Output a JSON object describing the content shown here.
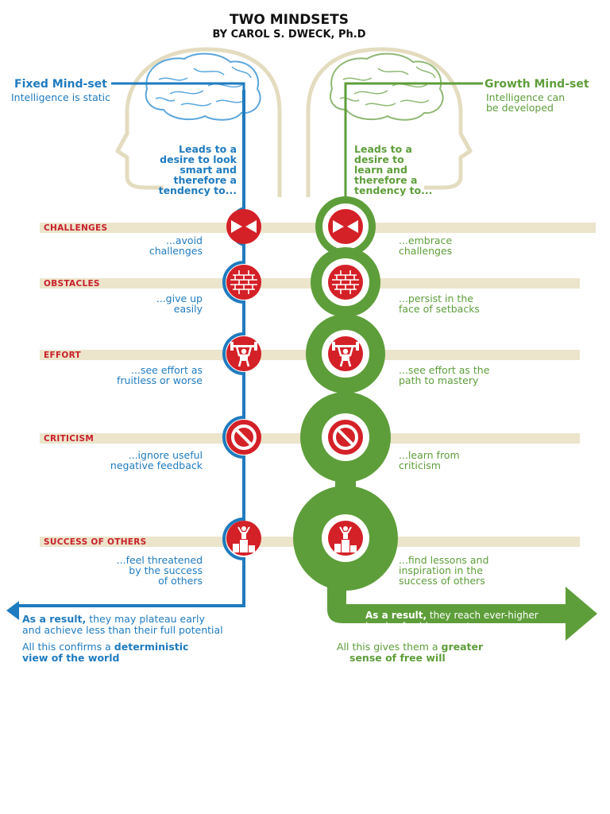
{
  "header": {
    "title": "TWO MINDSETS",
    "subtitle": "BY CAROL S. DWECK, Ph.D"
  },
  "fixed": {
    "title": "Fixed Mind-set",
    "subtitle": "Intelligence is static",
    "leads_to": [
      "Leads to a",
      "desire to look",
      "smart and",
      "therefore a",
      "tendency to..."
    ],
    "result_bold": "As a result,",
    "result_rest_line1": " they may plateau early",
    "result_line2": "and achieve less than their full potential",
    "confirm_line1_plain": "All this confirms a ",
    "confirm_line1_bold": "deterministic",
    "confirm_line2_bold": "view of the world",
    "color": "#1f7bbf"
  },
  "growth": {
    "title": "Growth Mind-set",
    "subtitle_line1": "Intelligence can",
    "subtitle_line2": "be developed",
    "leads_to": [
      "Leads to a",
      "desire to",
      "learn and",
      "therefore a",
      "tendency to..."
    ],
    "result_bold": "As a result,",
    "result_rest_line1": " they reach ever-higher",
    "result_line2": "levels of achievement",
    "confirm_line1_plain": "All this gives them a ",
    "confirm_line1_bold": "greater",
    "confirm_line2_bold": "sense of free will",
    "color": "#5e9e3a"
  },
  "rows": [
    {
      "label": "CHALLENGES",
      "icon": "arrows-inward-icon",
      "fixed": [
        "...avoid",
        "challenges"
      ],
      "growth": [
        "...embrace",
        "challenges"
      ]
    },
    {
      "label": "OBSTACLES",
      "icon": "brick-wall-icon",
      "fixed": [
        "...give up",
        "easily"
      ],
      "growth": [
        "...persist in the",
        "face of setbacks"
      ]
    },
    {
      "label": "EFFORT",
      "icon": "weightlifter-icon",
      "fixed": [
        "...see effort as",
        "fruitless or worse"
      ],
      "growth": [
        "...see effort as the",
        "path to mastery"
      ]
    },
    {
      "label": "CRITICISM",
      "icon": "no-entry-icon",
      "fixed": [
        "...ignore useful",
        "negative feedback"
      ],
      "growth": [
        "...learn from",
        "criticism"
      ]
    },
    {
      "label": "SUCCESS OF OTHERS",
      "icon": "winner-podium-icon",
      "fixed": [
        "...feel threatened",
        "by the success",
        "of others"
      ],
      "growth": [
        "...find lessons and",
        "inspiration in the",
        "success of others"
      ]
    }
  ],
  "colors": {
    "fixed_blue": "#1f7bbf",
    "growth_green": "#5e9e3a",
    "icon_red": "#d42027",
    "band_beige": "#ece4cb",
    "label_red": "#c8202a"
  }
}
